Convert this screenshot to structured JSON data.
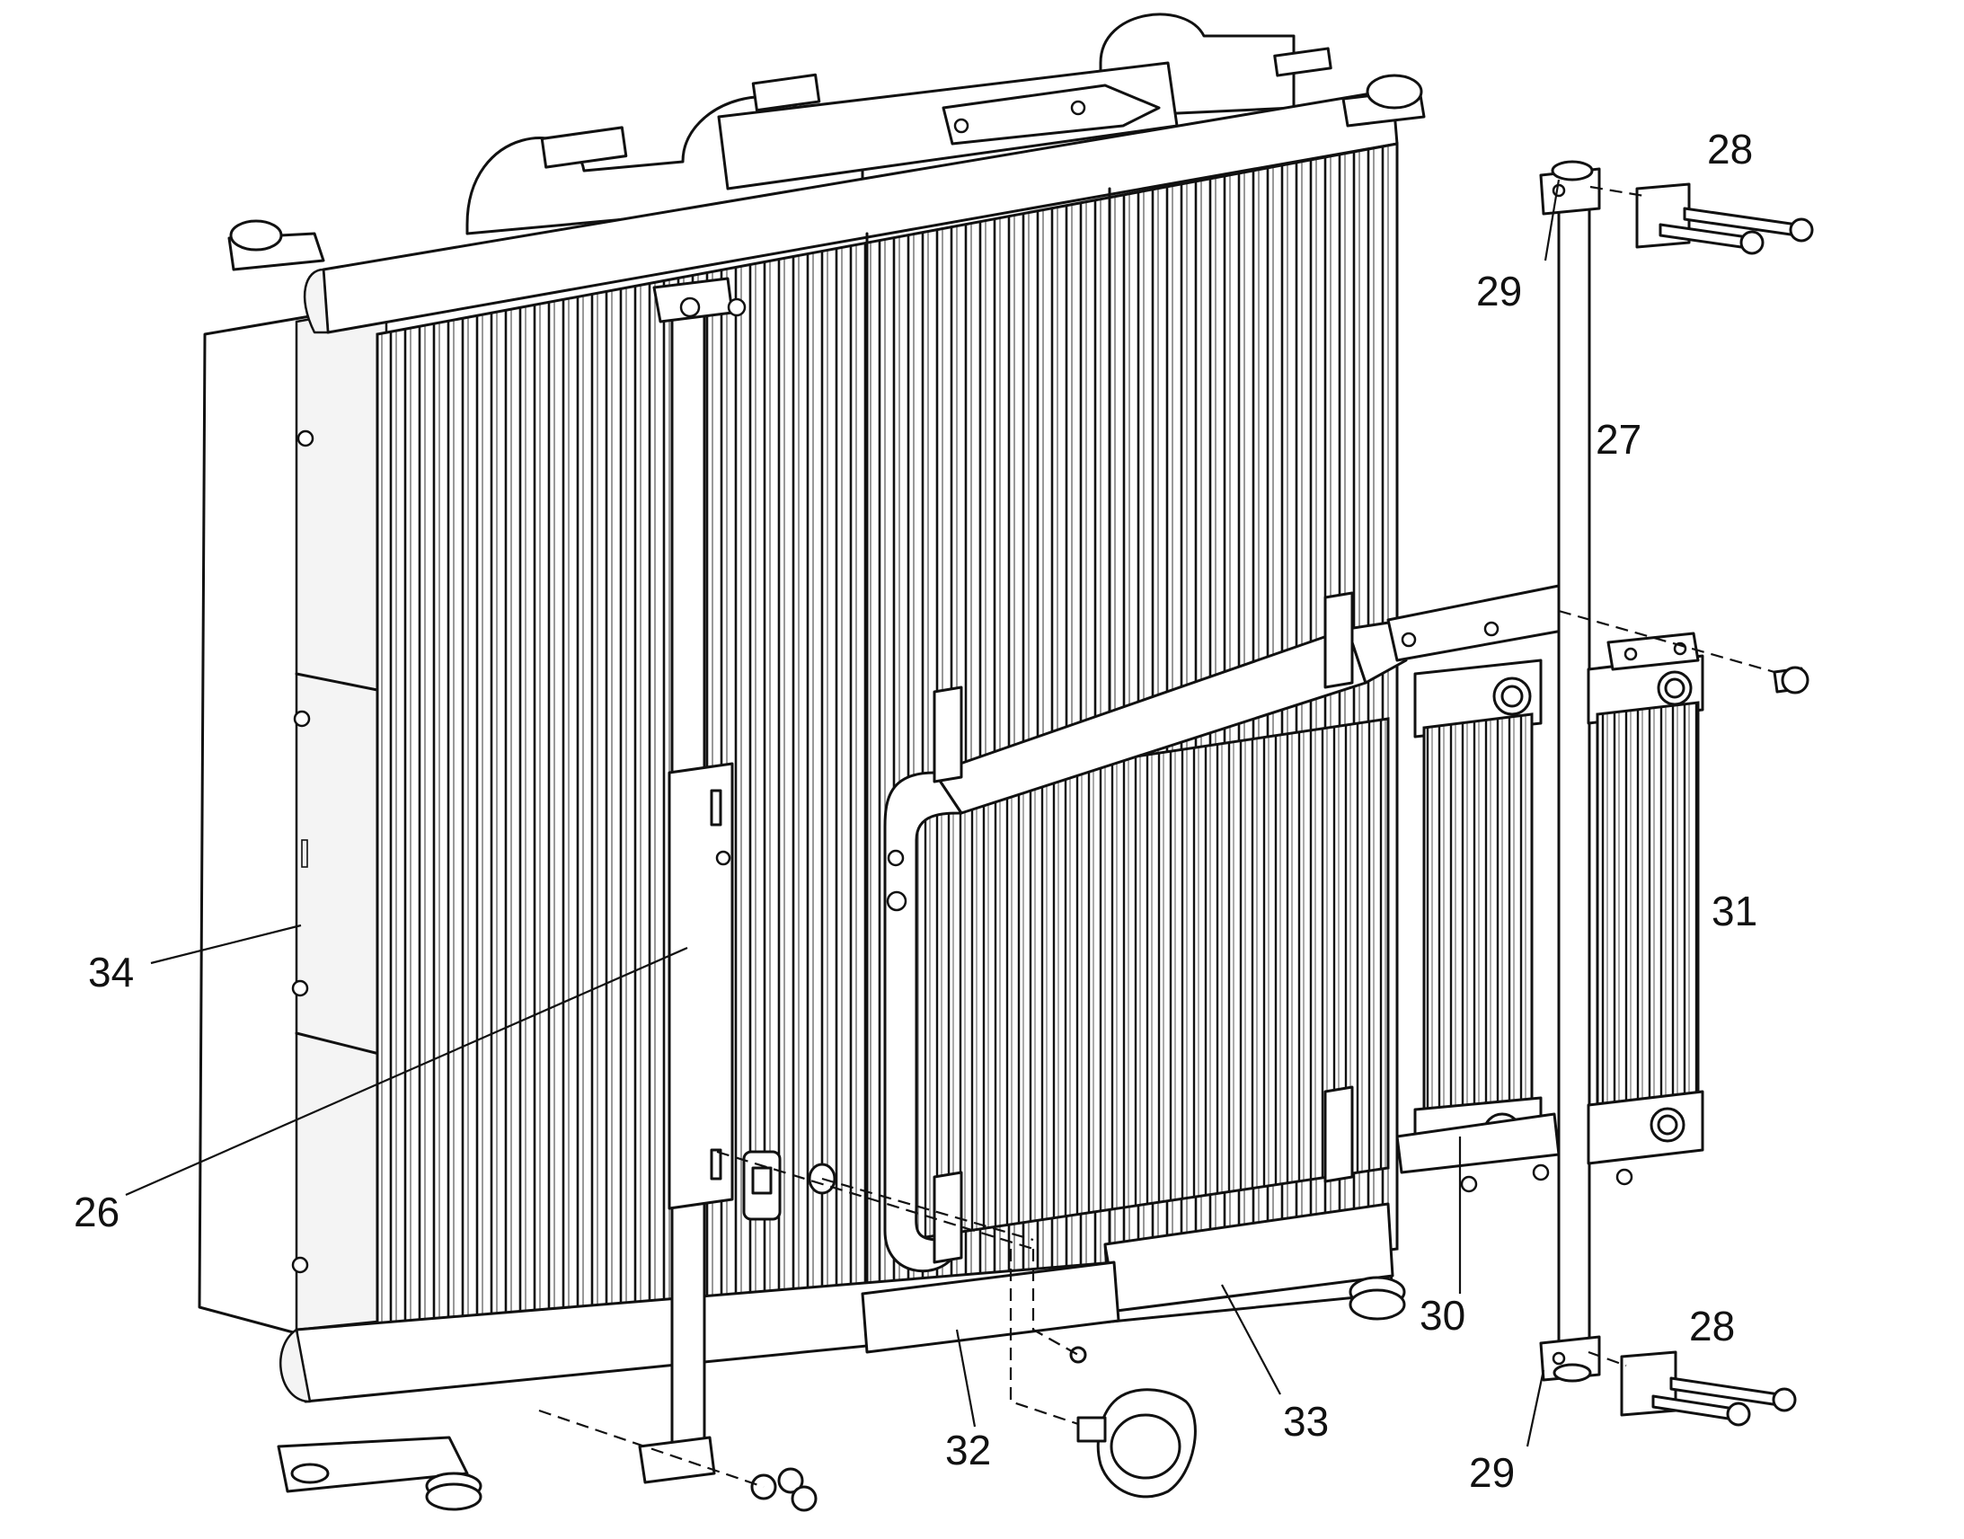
{
  "diagram": {
    "callouts": [
      {
        "id": "c26",
        "label": "26"
      },
      {
        "id": "c27",
        "label": "27"
      },
      {
        "id": "c28a",
        "label": "28"
      },
      {
        "id": "c28b",
        "label": "28"
      },
      {
        "id": "c29a",
        "label": "29"
      },
      {
        "id": "c29b",
        "label": "29"
      },
      {
        "id": "c30",
        "label": "30"
      },
      {
        "id": "c31",
        "label": "31"
      },
      {
        "id": "c32",
        "label": "32"
      },
      {
        "id": "c33",
        "label": "33"
      },
      {
        "id": "c34",
        "label": "34"
      }
    ]
  }
}
